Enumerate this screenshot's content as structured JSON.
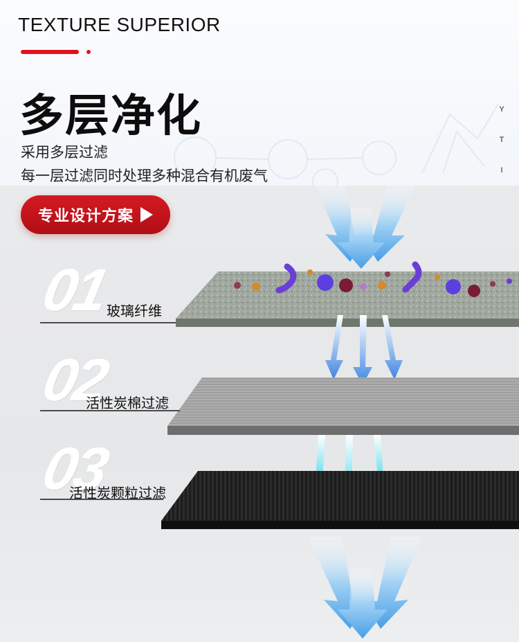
{
  "header": {
    "subtitle_en": "TEXTURE SUPERIOR",
    "title": "多层净化",
    "desc_line_1": "采用多层过滤",
    "desc_line_2": "每一层过滤同时处理多种混合有机废气",
    "side_letters": [
      "Y",
      "T",
      "I"
    ]
  },
  "button": {
    "label": "专业设计方案"
  },
  "layers": [
    {
      "number": "01",
      "label": "玻璃纤维"
    },
    {
      "number": "02",
      "label": "活性炭棉过滤"
    },
    {
      "number": "03",
      "label": "活性炭颗粒过滤"
    }
  ],
  "colors": {
    "accent": "#e2111b",
    "button": "#c4141c",
    "arrow_blue": "#4aa6ea",
    "arrow_cyan": "#2fd2e8"
  },
  "icons": [
    "play-icon",
    "airflow-arrow-icon",
    "particle-icon"
  ]
}
